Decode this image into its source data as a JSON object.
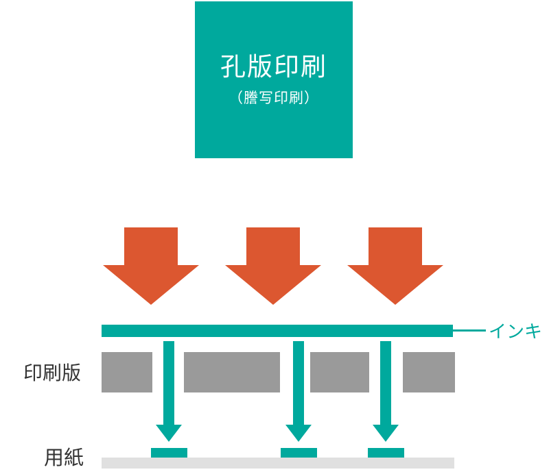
{
  "title_box": {
    "title": "孔版印刷",
    "subtitle": "（謄写印刷）"
  },
  "labels": {
    "ink": "インキ",
    "plate": "印刷版",
    "paper": "用紙"
  },
  "colors": {
    "teal": "#00A99D",
    "orange": "#DC5730",
    "plate_gray": "#9A9A9A",
    "paper_gray": "#E0E0E0",
    "text_dark": "#333333"
  },
  "diagram": {
    "type": "stencil-printing-process",
    "pressure_arrows_count": 3,
    "ink_flow_arrows_count": 3,
    "plate_blocks_count": 4,
    "ink_deposits_count": 3
  }
}
